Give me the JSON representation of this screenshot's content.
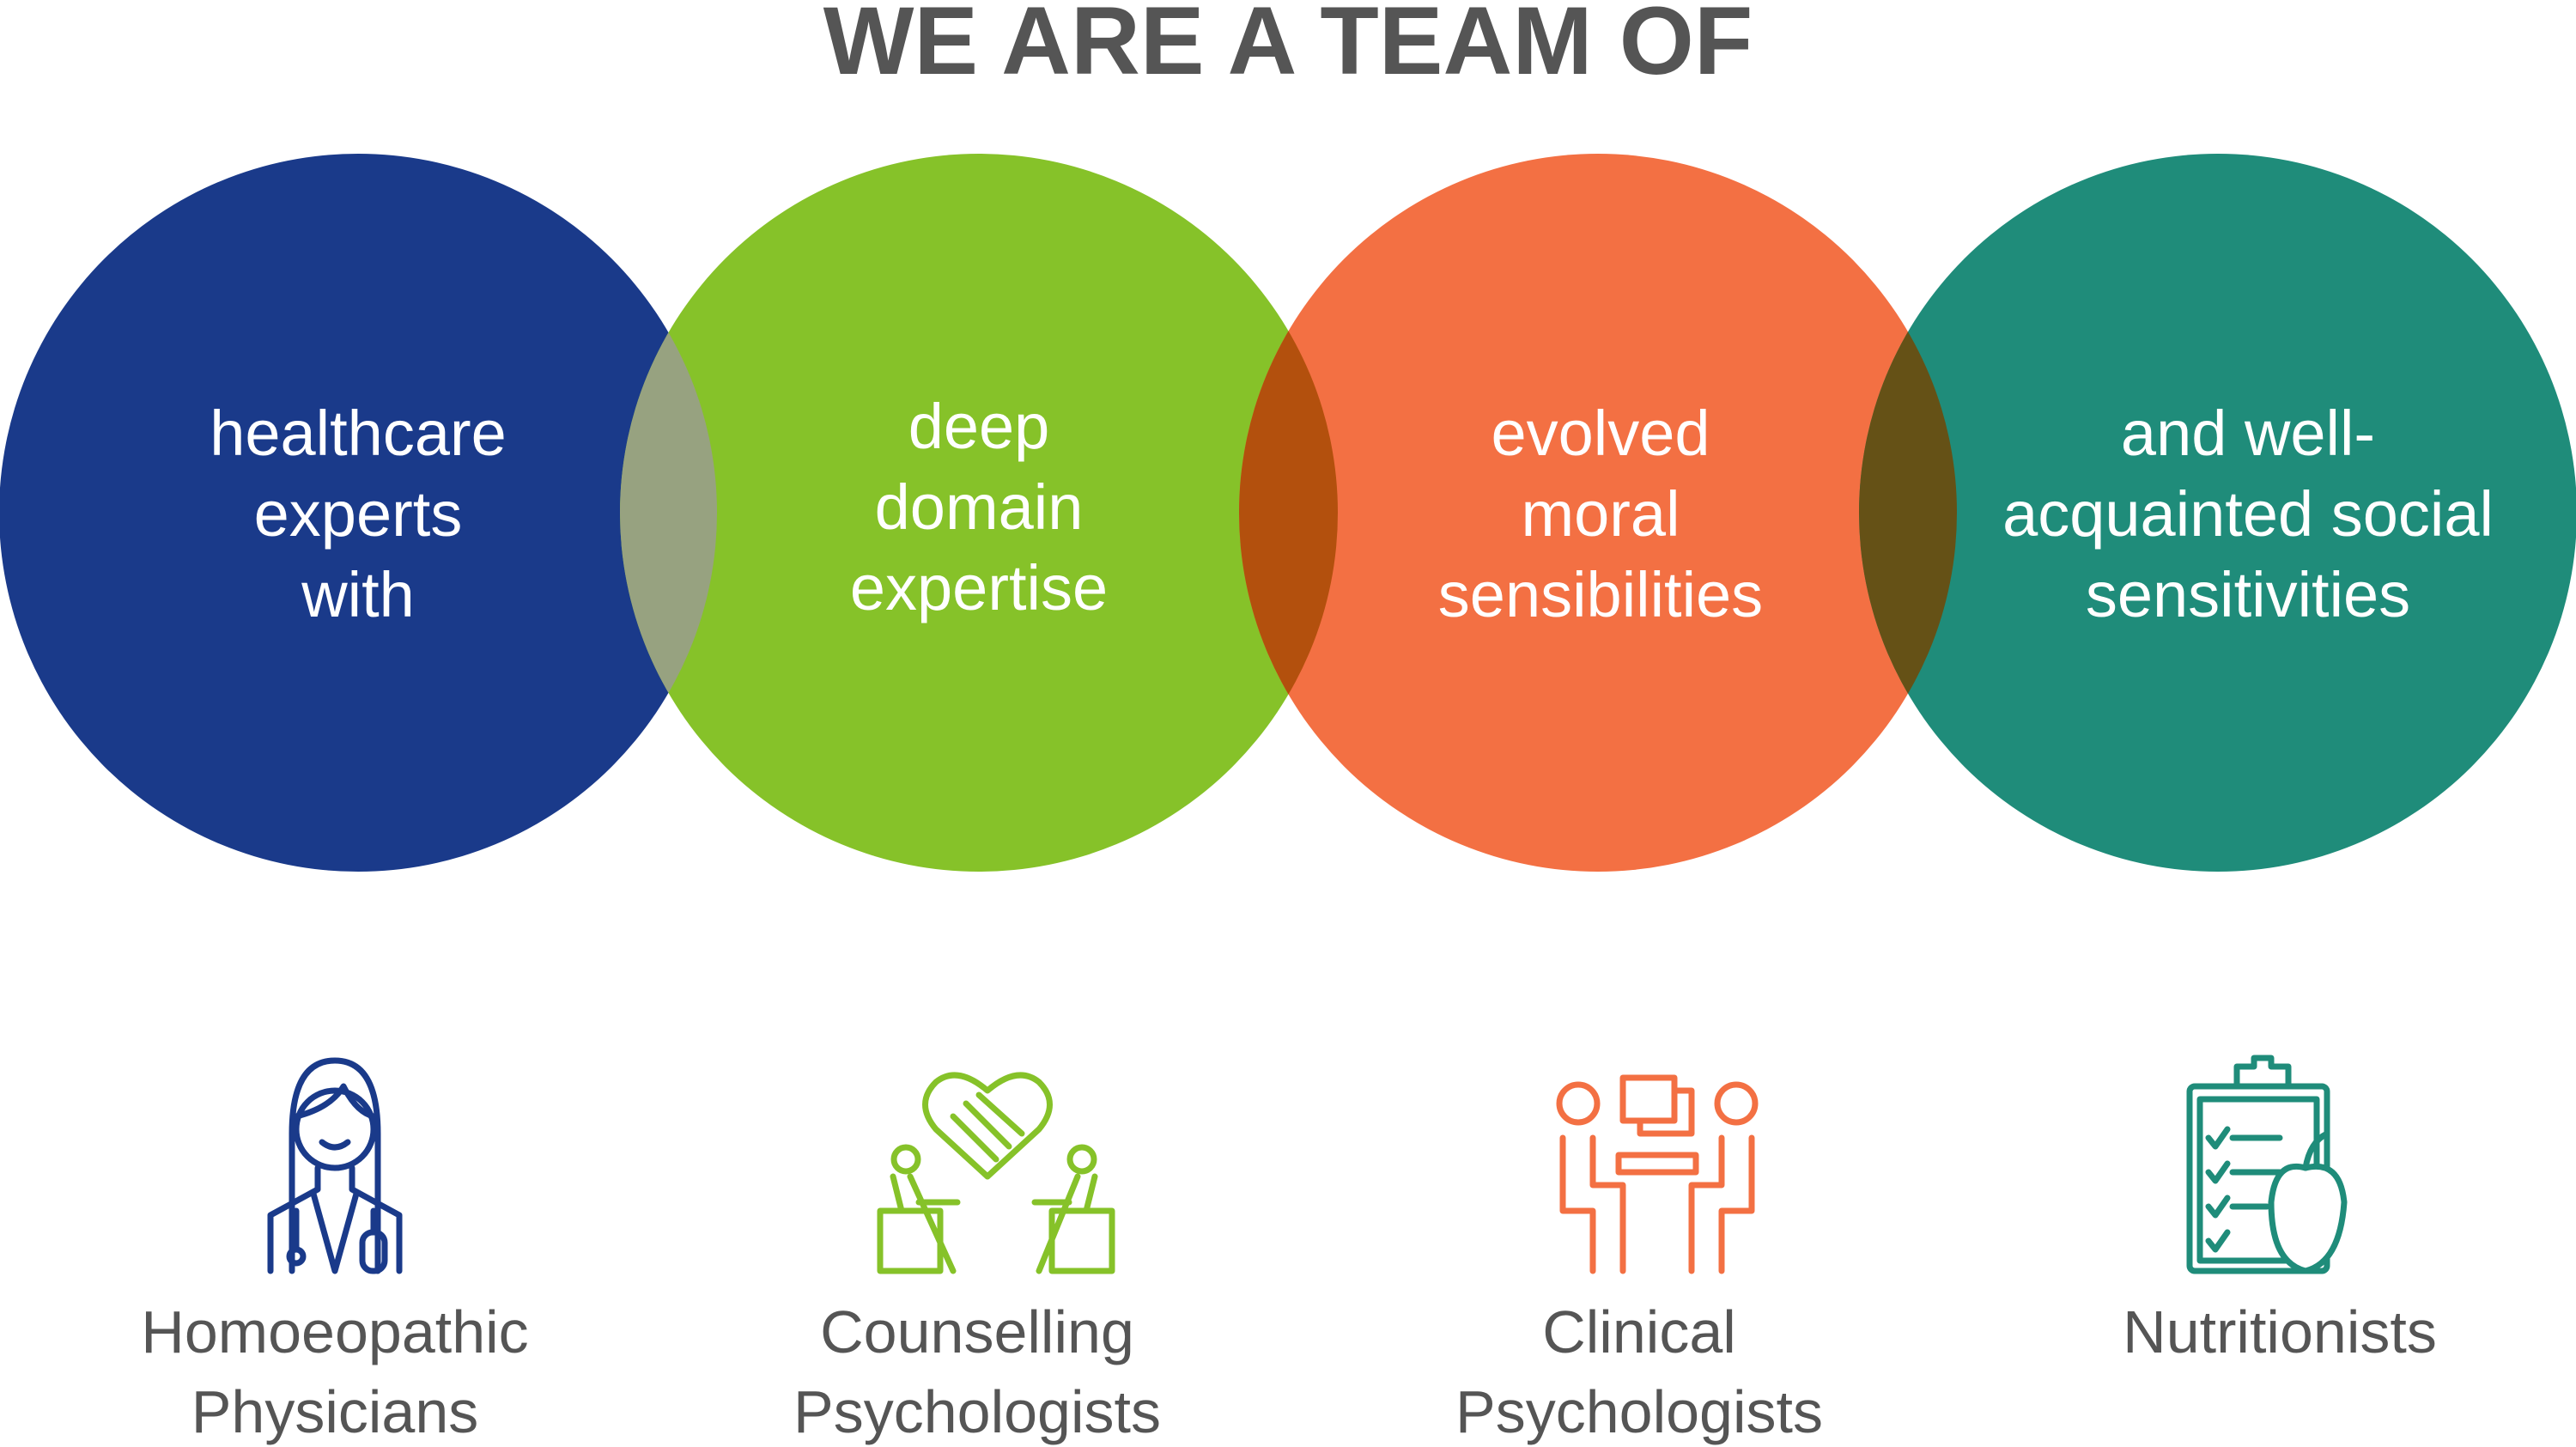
{
  "title": "WE ARE A TEAM OF",
  "colors": {
    "blue": "#1a3a8a",
    "green": "#86c229",
    "orange": "#f37043",
    "teal": "#1f8c7a",
    "blue_green": "#97a280",
    "green_orange": "#b3500d",
    "orange_teal": "#655116"
  },
  "circles": [
    {
      "lines": [
        "healthcare",
        "experts",
        "with"
      ]
    },
    {
      "lines": [
        "deep",
        "domain",
        "expertise"
      ]
    },
    {
      "lines": [
        "evolved",
        "moral",
        "sensibilities"
      ]
    },
    {
      "lines": [
        "and well-",
        "acquainted social",
        "sensitivities"
      ]
    }
  ],
  "team": [
    {
      "icon": "doctor-icon",
      "lines": [
        "Homoeopathic",
        "Physicians"
      ]
    },
    {
      "icon": "counselling-handshake-icon",
      "lines": [
        "Counselling",
        "Psychologists"
      ]
    },
    {
      "icon": "consultation-icon",
      "lines": [
        "Clinical",
        "Psychologists"
      ]
    },
    {
      "icon": "clipboard-apple-icon",
      "lines": [
        "Nutritionists"
      ]
    }
  ]
}
